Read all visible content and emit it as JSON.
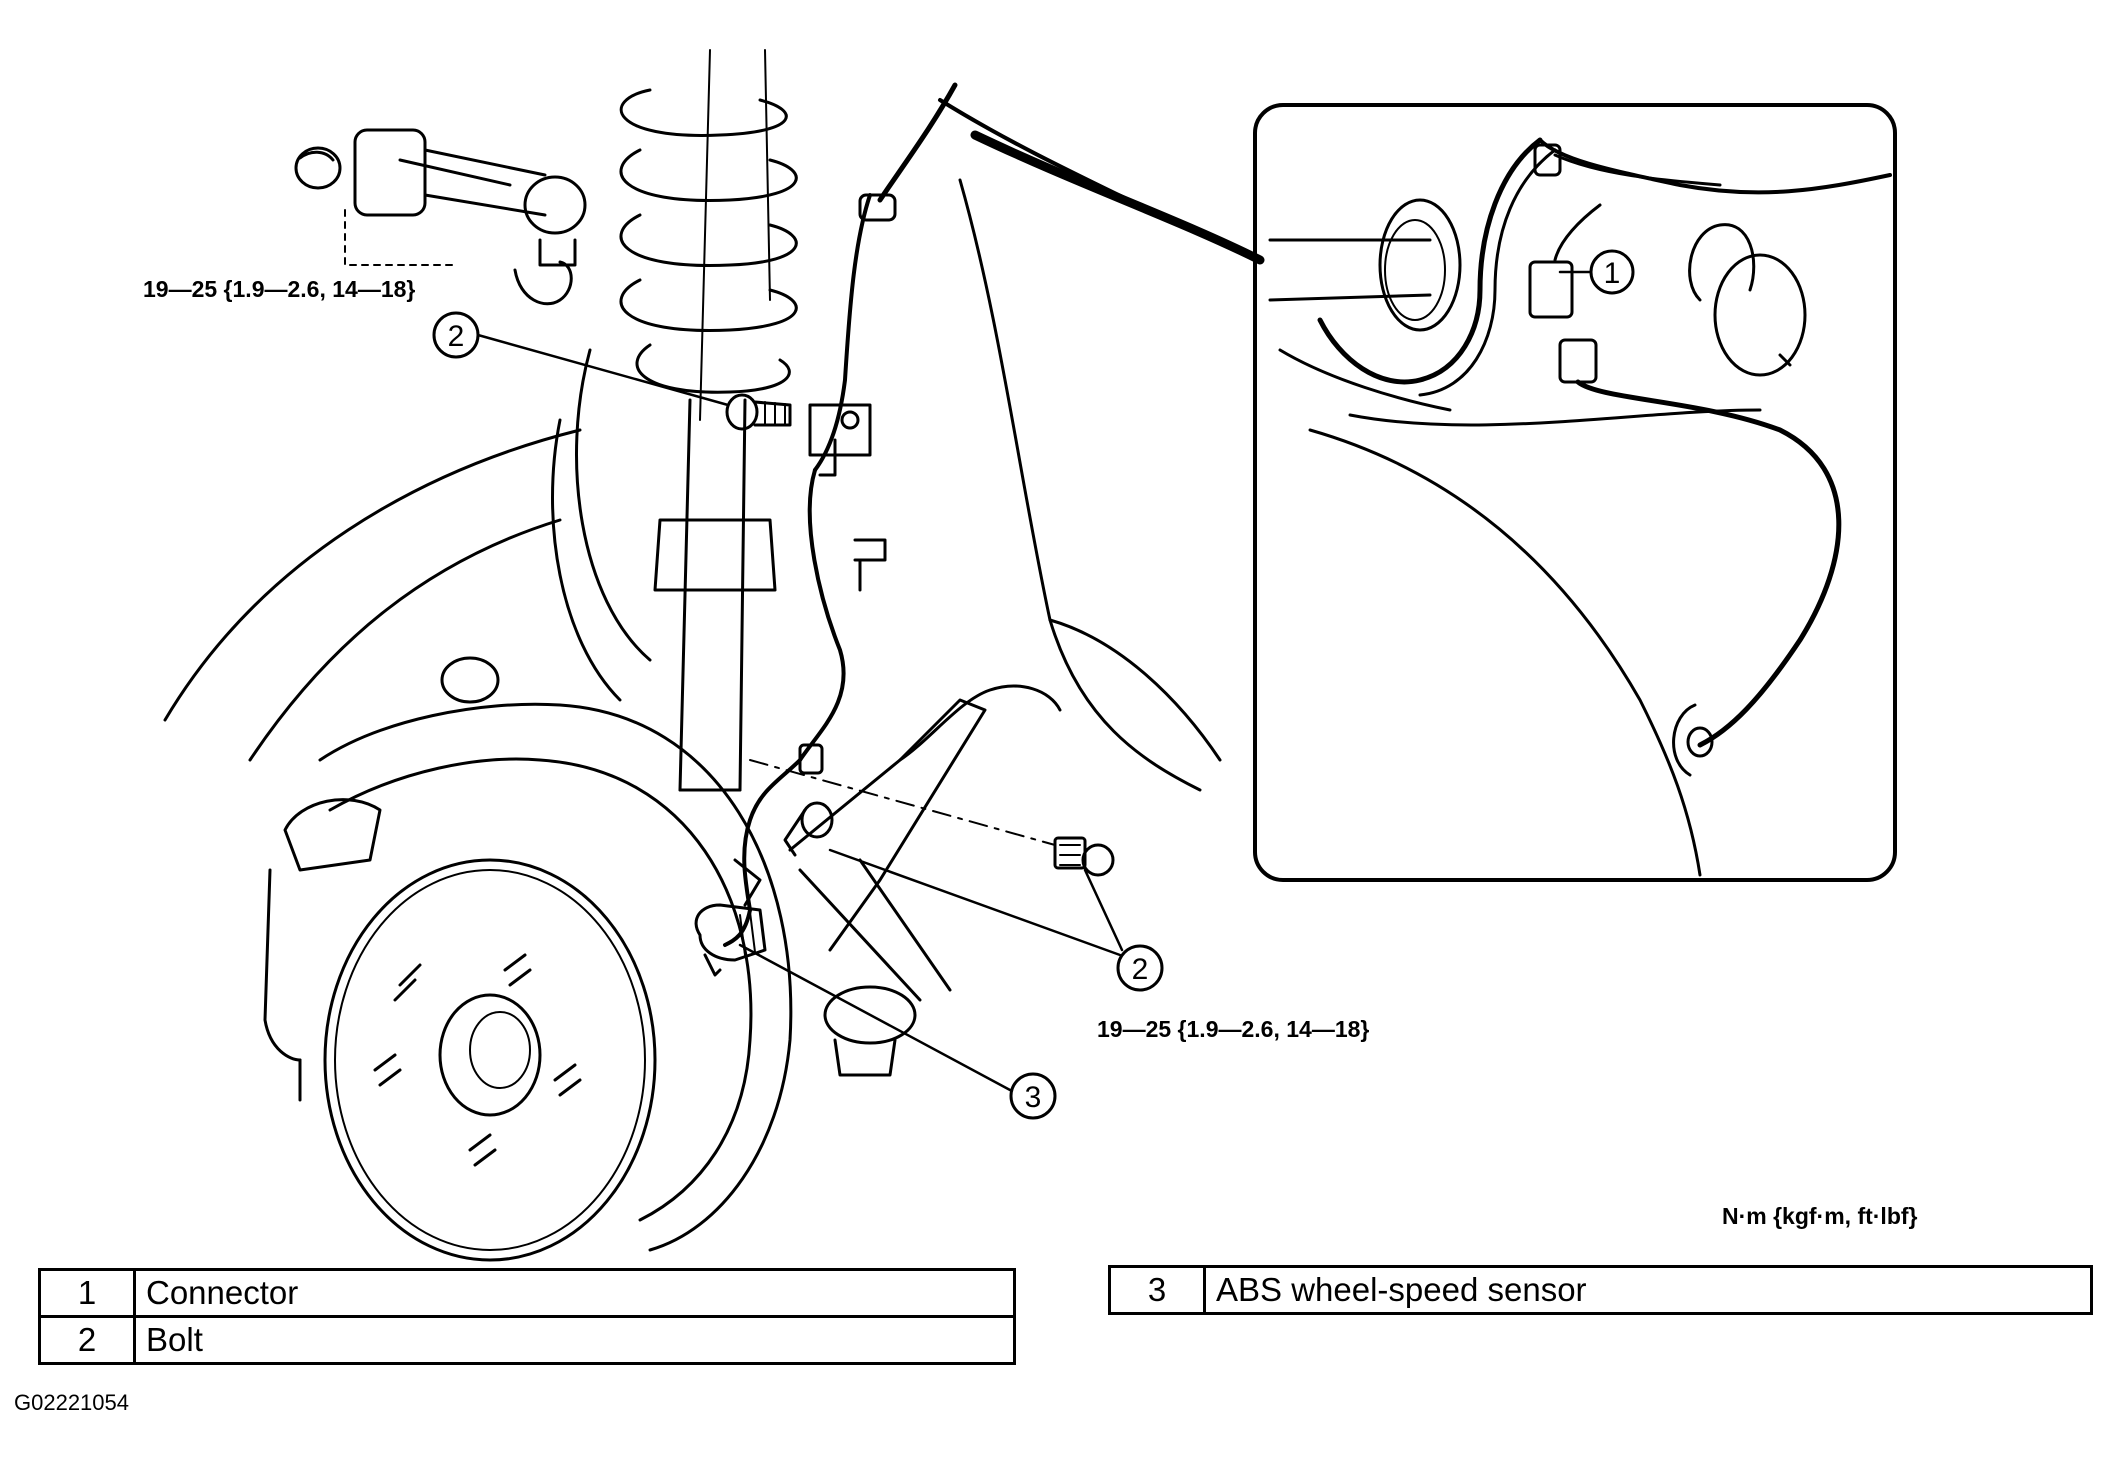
{
  "diagram": {
    "torque_upper": "19—25 {1.9—2.6, 14—18}",
    "torque_lower": "19—25 {1.9—2.6, 14—18}",
    "units": "N·m {kgf·m, ft·lbf}",
    "callouts": {
      "connector": "1",
      "bolt_upper": "2",
      "bolt_lower": "2",
      "sensor": "3"
    }
  },
  "legend": {
    "left": [
      {
        "num": "1",
        "label": "Connector"
      },
      {
        "num": "2",
        "label": "Bolt"
      }
    ],
    "right": [
      {
        "num": "3",
        "label": "ABS wheel-speed sensor"
      }
    ]
  },
  "figure_code": "G02221054"
}
